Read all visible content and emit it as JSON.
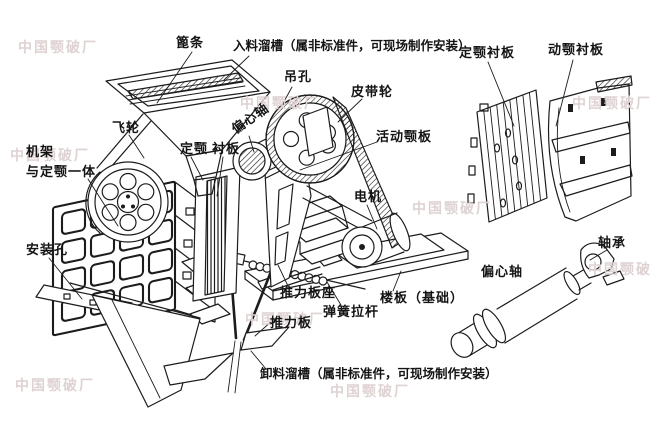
{
  "diagram": {
    "type": "jaw-crusher-structure-diagram",
    "colors": {
      "line": "#1c1c1c",
      "background": "#ffffff",
      "watermark": "#ded2d2"
    },
    "watermark": "中国颚破厂",
    "labels": {
      "grate_bars": "篦条",
      "feed_chute": "入料溜槽（属非标准件，可现场制作安装）",
      "lifting_hole": "吊孔",
      "fixed_jaw_liner_detail": "定颚衬板",
      "movable_jaw_liner_detail": "动颚衬板",
      "belt_pulley": "皮带轮",
      "flywheel": "飞轮",
      "eccentric_shaft_main": "偏心轴",
      "fixed_jaw": "定颚",
      "liner": "衬板",
      "movable_jaw_plate": "活动颚板",
      "frame_line1": "机架",
      "frame_line2": "与定颚一体",
      "motor": "电机",
      "mounting_hole": "安装孔",
      "bearing": "轴承",
      "eccentric_shaft_detail": "偏心轴",
      "thrust_plate_seat": "推力板座",
      "floor_foundation": "楼板（基础）",
      "thrust_plate": "推力板",
      "spring_rod": "弹簧拉杆",
      "discharge_chute": "卸料溜槽（属非标准件，可现场制作安装）"
    }
  }
}
